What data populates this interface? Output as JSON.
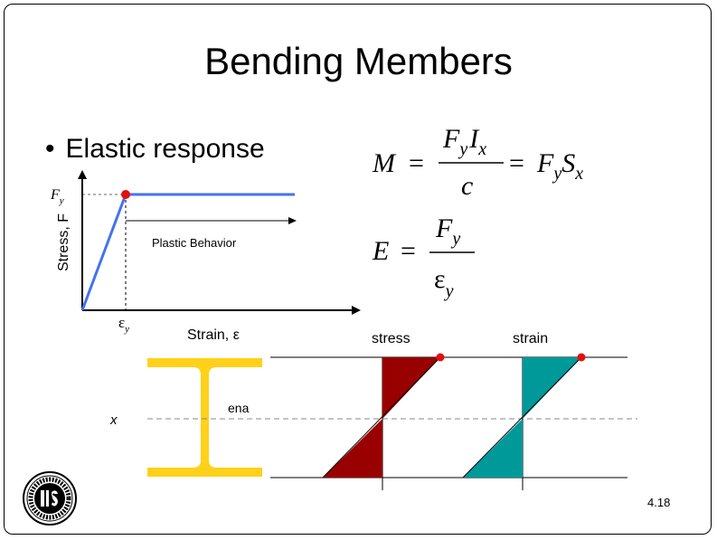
{
  "slide": {
    "title": "Bending Members",
    "bullet": "Elastic response",
    "page_number": "4.18"
  },
  "stress_strain_graph": {
    "y_axis_label": "Stress, F",
    "x_axis_label": "Strain, ε",
    "yield_stress_label": "F",
    "yield_stress_subscript": "y",
    "yield_strain_label": "ε",
    "yield_strain_subscript": "y",
    "plastic_label": "Plastic Behavior"
  },
  "equations": {
    "moment": {
      "lhs": "M",
      "fraction_num_F": "F",
      "fraction_num_Fsub": "y",
      "fraction_num_I": "I",
      "fraction_num_Isub": "x",
      "fraction_den": "c",
      "rhs_F": "F",
      "rhs_Fsub": "y",
      "rhs_S": "S",
      "rhs_Ssub": "x"
    },
    "modulus": {
      "lhs": "E",
      "num_F": "F",
      "num_Fsub": "y",
      "den_eps": "ε",
      "den_sub": "y"
    }
  },
  "section_diagram": {
    "axis_label": "x",
    "neutral_axis_label": "ena",
    "stress_label": "stress",
    "strain_label": "strain"
  },
  "colors": {
    "elastic_line": "#4472F0",
    "yield_point": "#E01010",
    "beam": "#FFD11A",
    "stress_fill": "#990000",
    "strain_fill": "#009999"
  }
}
